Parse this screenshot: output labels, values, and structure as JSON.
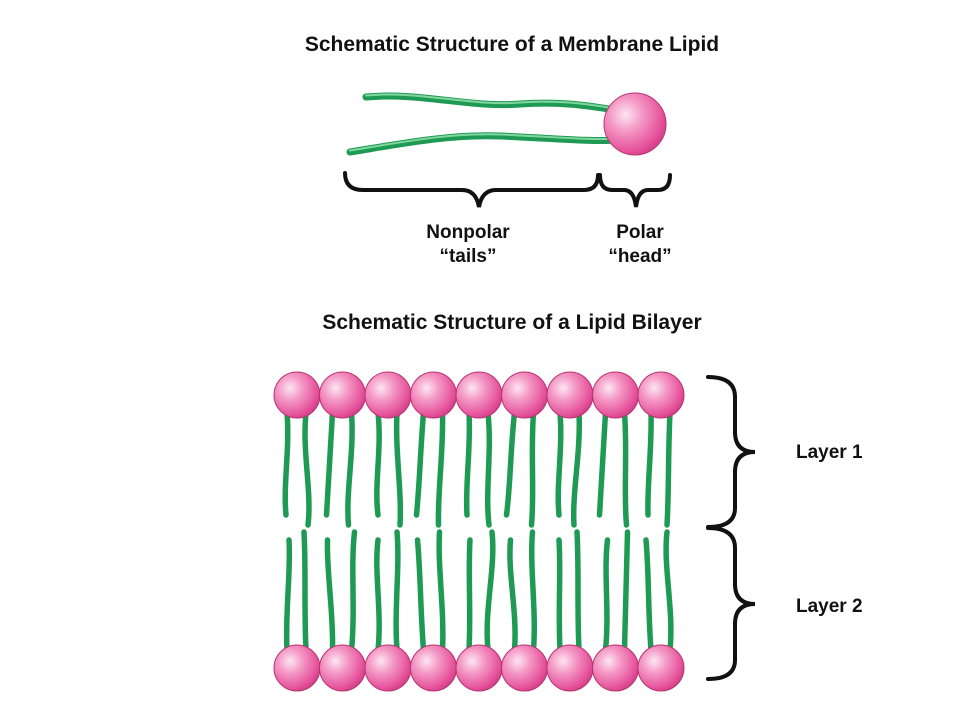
{
  "lipid": {
    "title": "Schematic Structure of a Membrane Lipid",
    "nonpolar_label": [
      "Nonpolar",
      "“tails”"
    ],
    "polar_label": [
      "Polar",
      "“head”"
    ]
  },
  "bilayer": {
    "title": "Schematic Structure of a Lipid Bilayer",
    "layers": [
      "Layer 1",
      "Layer 2"
    ],
    "lipids_per_layer": 9
  },
  "colors": {
    "head_pink": "#e8559c",
    "head_highlight": "#fbd3e8",
    "tail_green": "#1f9a55",
    "tail_highlight": "#7fd79e",
    "brace": "#111111"
  }
}
